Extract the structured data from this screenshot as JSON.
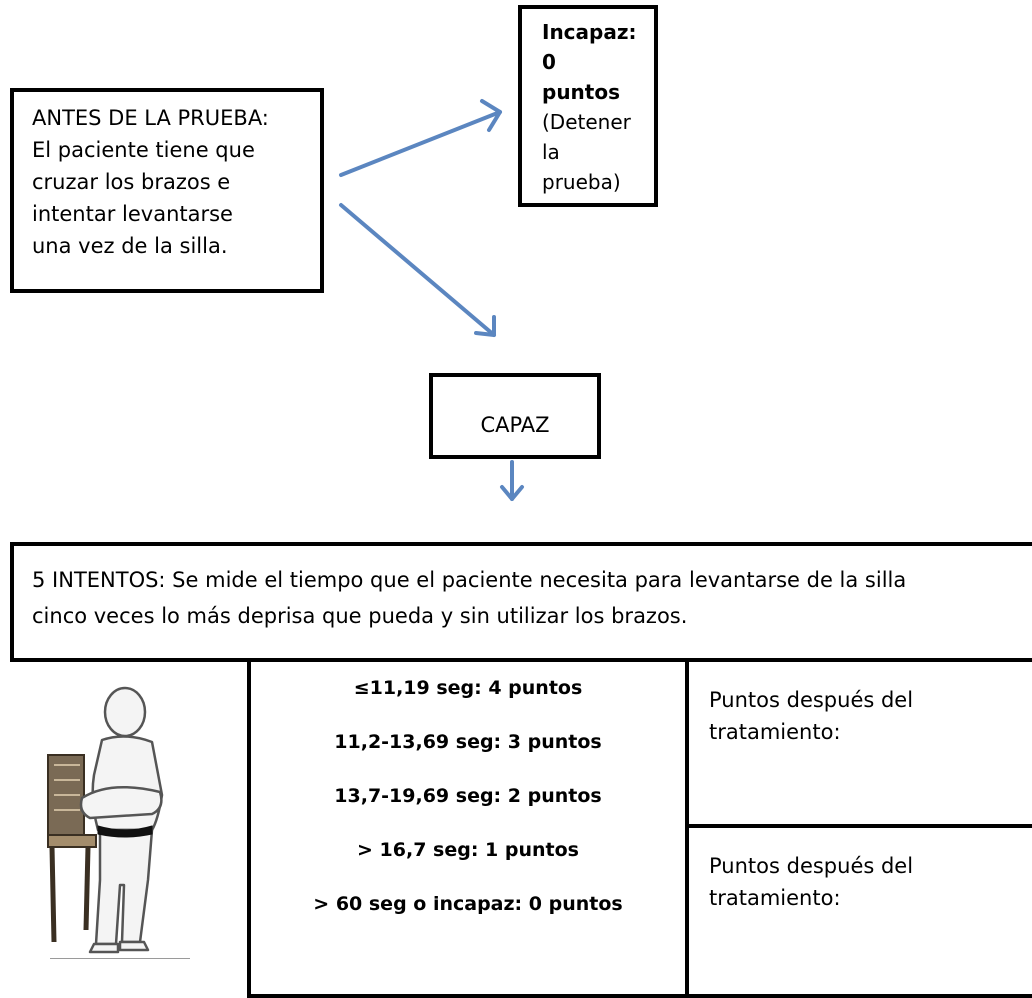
{
  "before_box": {
    "lines": [
      "ANTES DE LA PRUEBA:",
      "El paciente tiene que",
      "cruzar los brazos e",
      "intentar levantarse",
      "una vez de la silla."
    ]
  },
  "incapaz_box": {
    "title_line1": "Incapaz: 0",
    "title_line2": "puntos",
    "note_line1": "(Detener la",
    "note_line2": "prueba)"
  },
  "capaz_box": {
    "label": "CAPAZ"
  },
  "intentos_box": {
    "line1": "5 INTENTOS: Se mide el tiempo que el paciente necesita para levantarse de la silla",
    "line2": "cinco veces lo más deprisa que pueda y sin utilizar los brazos."
  },
  "scores": [
    "≤11,19 seg: 4 puntos",
    "11,2-13,69 seg: 3 puntos",
    "13,7-19,69 seg: 2 puntos",
    "> 16,7 seg: 1 puntos",
    "> 60 seg o incapaz: 0 puntos"
  ],
  "after_cells": [
    {
      "line1": "Puntos después del",
      "line2": "tratamiento:"
    },
    {
      "line1": "Puntos después del",
      "line2": "tratamiento:"
    }
  ],
  "colors": {
    "arrow": "#5b86c0",
    "border": "#000000"
  },
  "illustration": {
    "icon": "person-standing-by-chair-icon"
  }
}
